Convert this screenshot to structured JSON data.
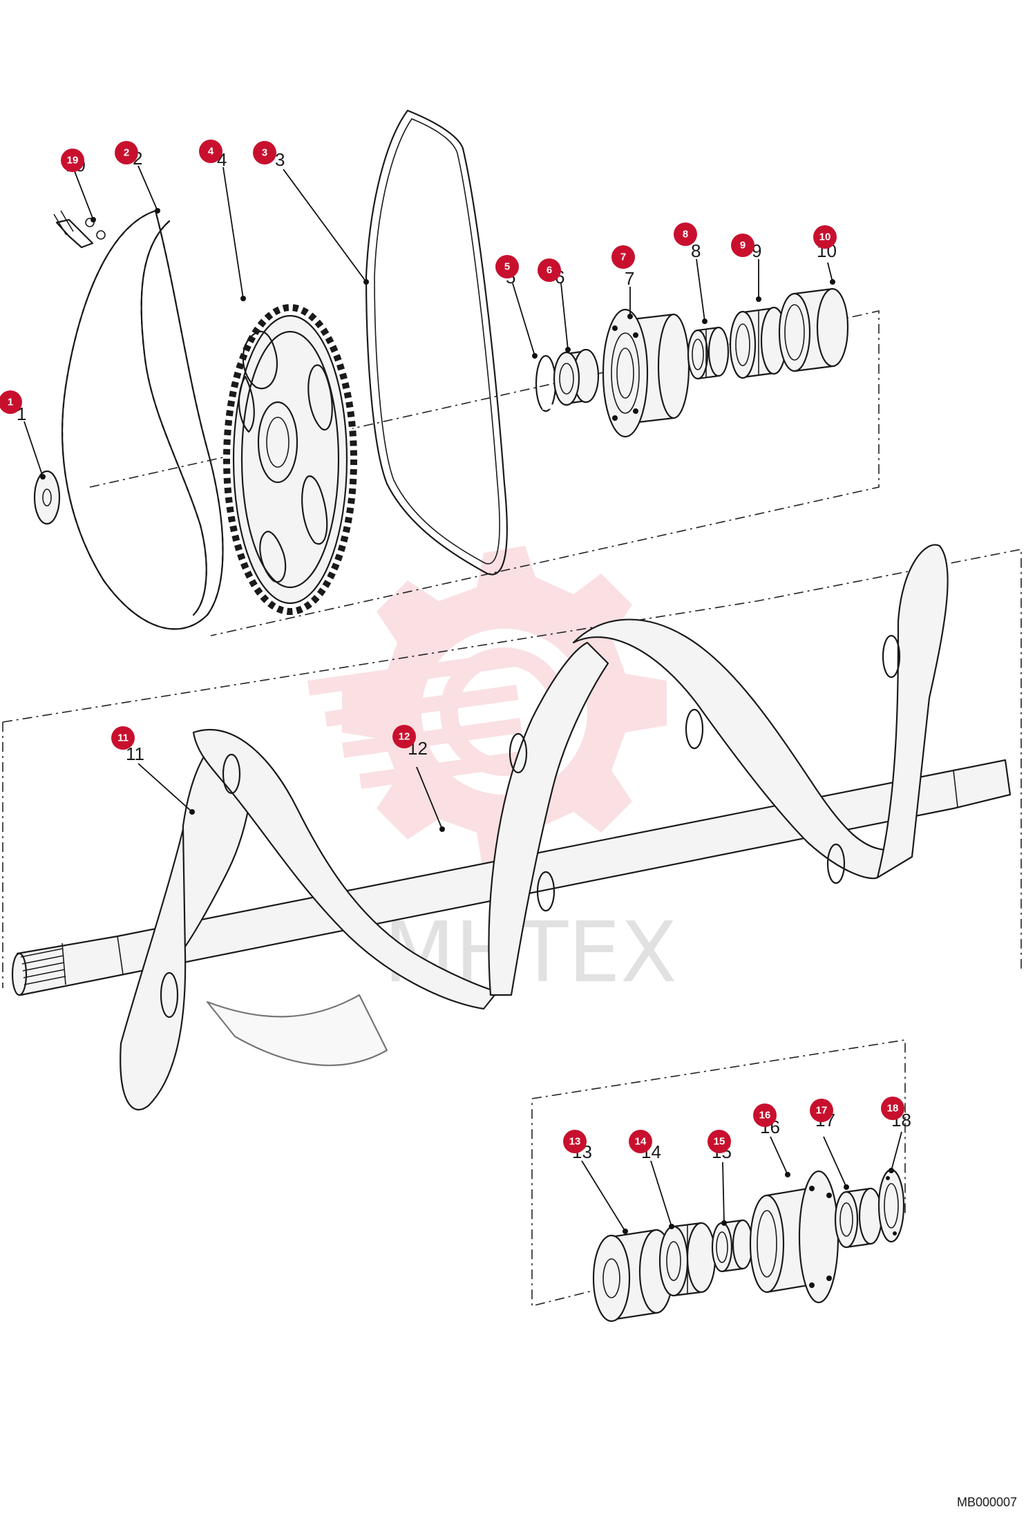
{
  "drawing_code": "MB000007",
  "watermark_text": "МНТЕХ",
  "badge_color": "#c8102e",
  "callouts": [
    {
      "id": "1",
      "label": "1"
    },
    {
      "id": "2",
      "label": "2"
    },
    {
      "id": "3",
      "label": "3"
    },
    {
      "id": "4",
      "label": "4"
    },
    {
      "id": "5",
      "label": "5"
    },
    {
      "id": "6",
      "label": "6"
    },
    {
      "id": "7",
      "label": "7"
    },
    {
      "id": "8",
      "label": "8"
    },
    {
      "id": "9",
      "label": "9"
    },
    {
      "id": "10",
      "label": "10"
    },
    {
      "id": "11",
      "label": "11"
    },
    {
      "id": "12",
      "label": "12"
    },
    {
      "id": "13",
      "label": "13"
    },
    {
      "id": "14",
      "label": "14"
    },
    {
      "id": "15",
      "label": "15"
    },
    {
      "id": "16",
      "label": "16"
    },
    {
      "id": "17",
      "label": "17"
    },
    {
      "id": "18",
      "label": "18"
    },
    {
      "id": "19",
      "label": "19"
    }
  ]
}
